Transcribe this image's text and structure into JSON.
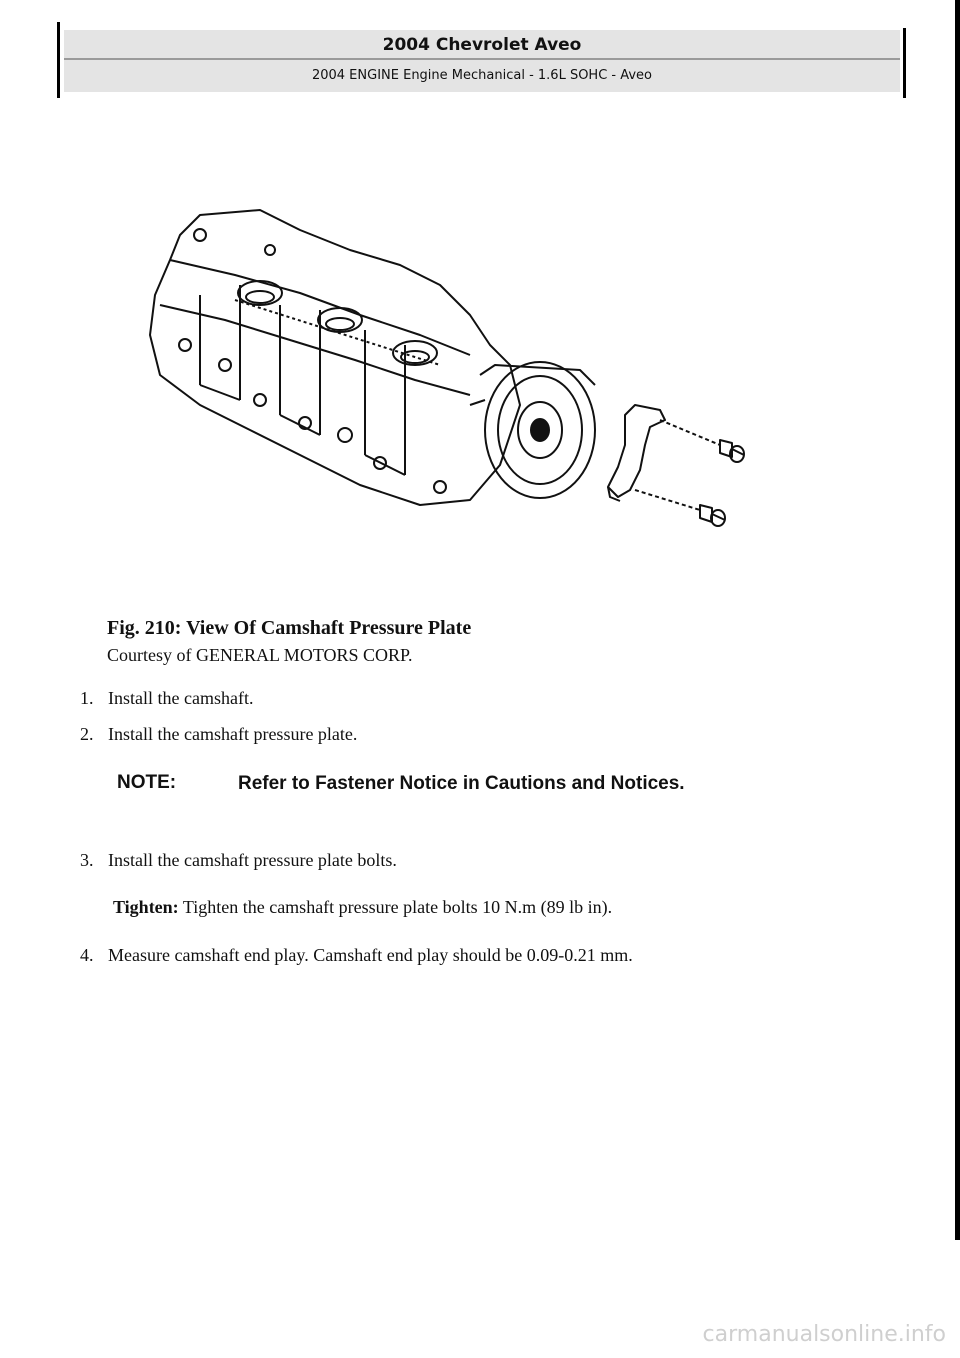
{
  "header": {
    "title": "2004 Chevrolet Aveo",
    "subtitle": "2004 ENGINE Engine Mechanical - 1.6L SOHC - Aveo"
  },
  "figure": {
    "caption": "Fig. 210: View Of Camshaft Pressure Plate",
    "credit": "Courtesy of GENERAL MOTORS CORP."
  },
  "steps": [
    {
      "num": "1.",
      "text": "Install the camshaft."
    },
    {
      "num": "2.",
      "text": "Install the camshaft pressure plate."
    },
    {
      "num": "3.",
      "text": "Install the camshaft pressure plate bolts."
    },
    {
      "num": "4.",
      "text": "Measure camshaft end play. Camshaft end play should be 0.09-0.21 mm."
    }
  ],
  "note": {
    "label": "NOTE:",
    "text": "Refer to Fastener Notice in Cautions and Notices."
  },
  "tighten": {
    "label": "Tighten:",
    "text": " Tighten the camshaft pressure plate bolts 10 N.m (89 lb in)."
  },
  "watermark": "carmanualsonline.info"
}
